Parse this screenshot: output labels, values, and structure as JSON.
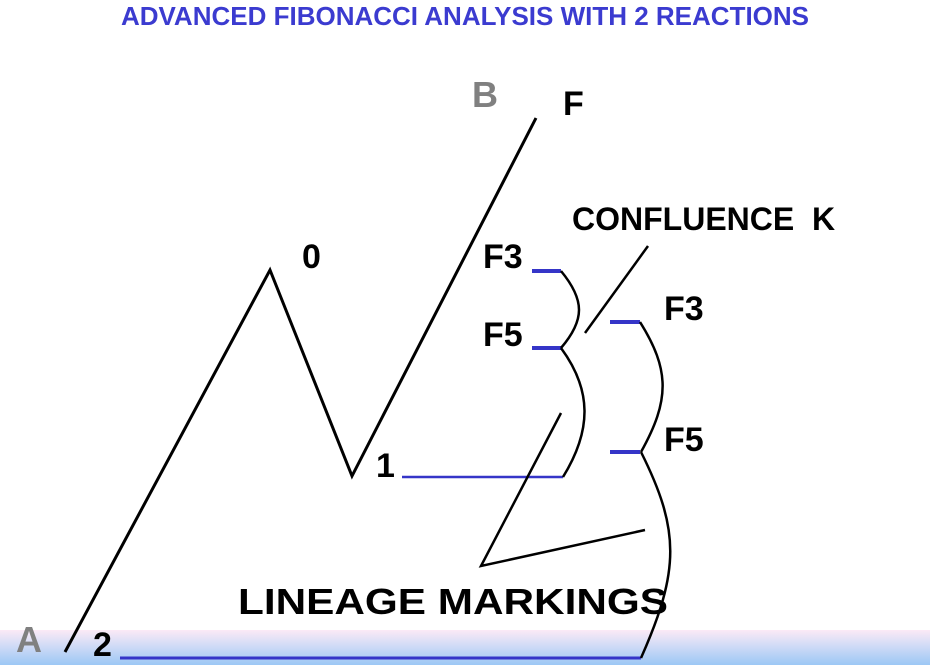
{
  "title": "ADVANCED FIBONACCI ANALYSIS WITH 2 REACTIONS",
  "points": {
    "a": "A",
    "b": "B",
    "f": "F",
    "p0": "0",
    "p1": "1",
    "p2": "2"
  },
  "left_levels": {
    "f3": "F3",
    "f5": "F5"
  },
  "right_levels": {
    "f3": "F3",
    "f5": "F5"
  },
  "confluence_label": "CONFLUENCE  K",
  "lineage_label": "LINEAGE MARKINGS",
  "colors": {
    "title": "#3b3bd0",
    "levels": "#3535c8",
    "gray_labels": "#808080"
  }
}
